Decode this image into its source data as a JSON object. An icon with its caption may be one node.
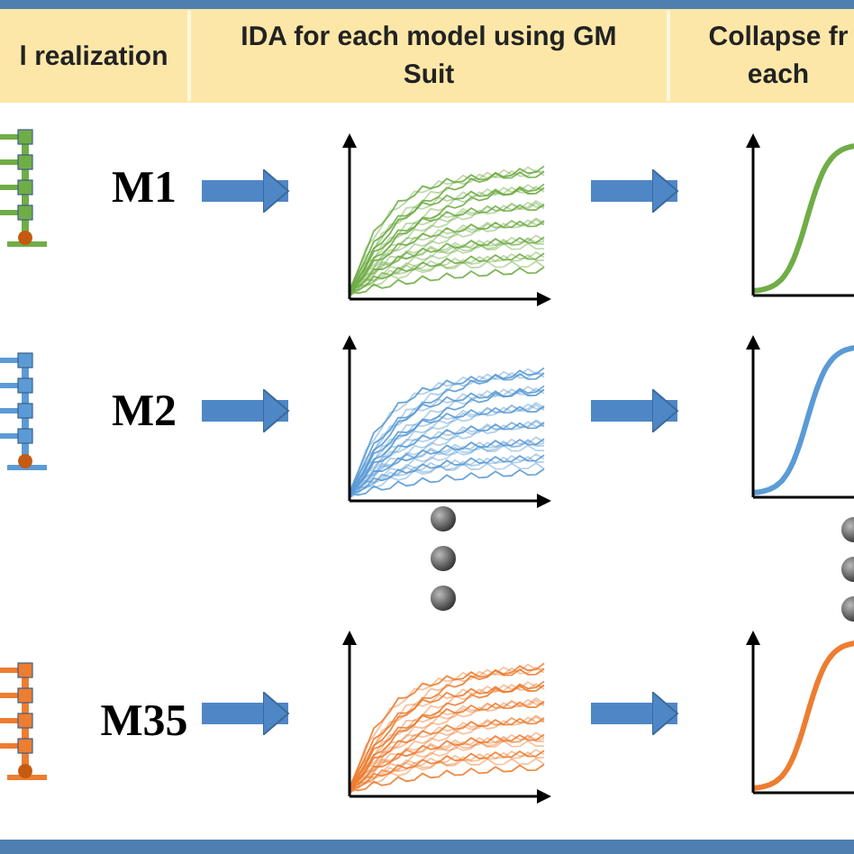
{
  "diagram": {
    "nodes": [
      {
        "text": [
          "l realization"
        ]
      },
      {
        "text": [
          "IDA for each model using GM Suit"
        ]
      },
      {
        "text": [
          "Collapse fr each"
        ]
      },
      {
        "text": [],
        "shape": "picture"
      },
      {
        "text": [
          "M1"
        ]
      },
      {
        "text": [],
        "shape": "picture"
      },
      {
        "text": [],
        "shape": "picture"
      },
      {
        "text": [],
        "shape": "picture"
      },
      {
        "text": [
          "M2"
        ]
      },
      {
        "text": [],
        "shape": "picture"
      },
      {
        "text": [],
        "shape": "picture"
      },
      {
        "text": [],
        "shape": "picture"
      },
      {
        "text": [
          "M35"
        ]
      },
      {
        "text": [],
        "shape": "picture"
      },
      {
        "text": [],
        "shape": "picture"
      }
    ],
    "edges": [
      {
        "from": 4,
        "to": 5,
        "arrow": "to"
      },
      {
        "from": 5,
        "to": 6,
        "arrow": "to"
      },
      {
        "from": 8,
        "to": 9,
        "arrow": "to"
      },
      {
        "from": 9,
        "to": 10,
        "arrow": "to"
      },
      {
        "from": 12,
        "to": 13,
        "arrow": "to"
      },
      {
        "from": 13,
        "to": 14,
        "arrow": "to"
      }
    ]
  }
}
